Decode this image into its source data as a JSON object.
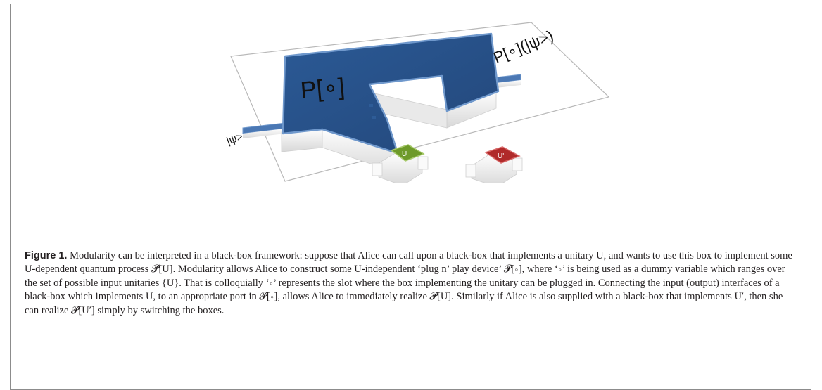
{
  "figure": {
    "device_label": "P[∘]",
    "input_state_label": "|ψ>",
    "output_state_label": "P[∘](|ψ>)",
    "box_u_label": "U",
    "box_u_prime_label": "U'",
    "colors": {
      "device_top": "#2e5c97",
      "device_edge": "#5a86c0",
      "box_u": "#6e9a2a",
      "box_u_prime": "#b02a2a",
      "walls": "#f4f4f4"
    }
  },
  "caption": {
    "label": "Figure 1.",
    "text": " Modularity can be interpreted in a black-box framework: suppose that Alice can call upon a black-box that implements a unitary U, and wants to use this box to implement some U-dependent quantum process 𝓟[U]. Modularity allows Alice to construct some U-independent ‘plug n’ play device’ 𝓟[∘], where ‘∘’ is being used as a dummy variable which ranges over the set of possible input unitaries {U}. That is colloquially ‘∘’ represents the slot where the box implementing the unitary can be plugged in. Connecting the input (output) interfaces of a black-box which implements U, to an appropriate port in 𝓟[∘], allows Alice to immediately realize 𝓟[U]. Similarly if Alice is also supplied with a black-box that implements U′, then she can realize 𝓟[U′] simply by switching the boxes."
  }
}
